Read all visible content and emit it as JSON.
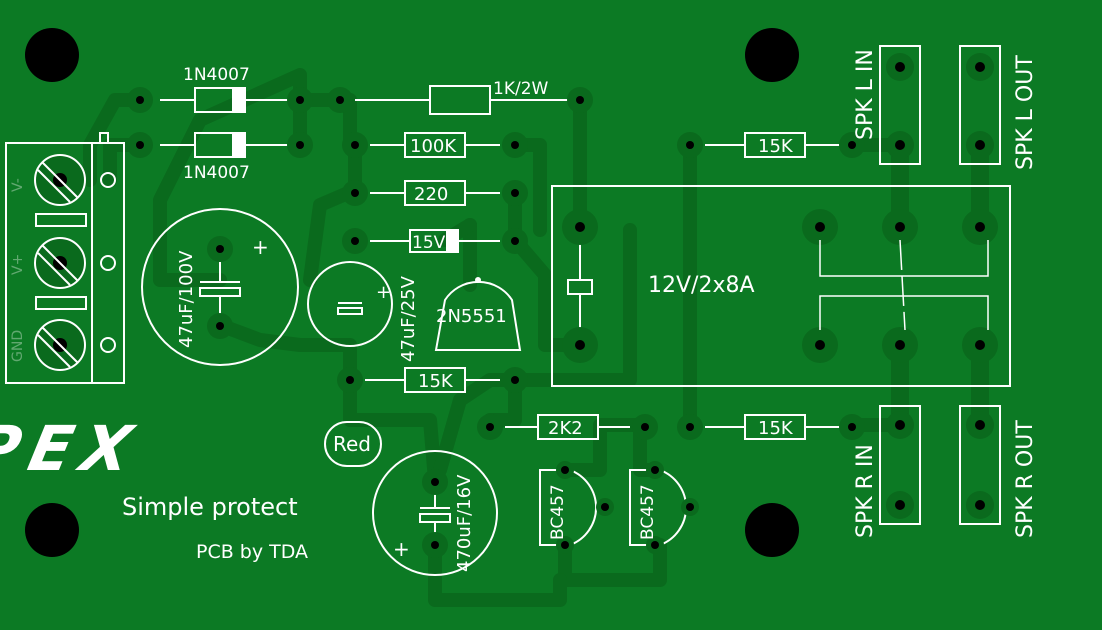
{
  "board": {
    "background_color": "#0c7a24",
    "trace_color": "#0a6a1d",
    "silkscreen_color": "#ffffff"
  },
  "branding": {
    "logo_text": "APEX",
    "badge": "Red",
    "title": "Simple protect",
    "credit": "PCB by TDA"
  },
  "connector": {
    "pin_labels": [
      "GND",
      "V+",
      "V-"
    ]
  },
  "components": {
    "diode_top": "1N4007",
    "diode_bottom": "1N4007",
    "res_1k": "1K/2W",
    "res_100k": "100K",
    "res_220": "220",
    "zener": "15V",
    "res_15k_mid": "15K",
    "res_15k_top": "15K",
    "res_15k_bottom": "15K",
    "res_2k2": "2K2",
    "cap_47u_100v": "47uF/100V",
    "cap_47u_25v": "47uF/25V",
    "cap_470u_16v": "470uF/16V",
    "transistor_2n5551": "2N5551",
    "transistor_bc457_a": "BC457",
    "transistor_bc457_b": "BC457",
    "relay": "12V/2x8A"
  },
  "terminals": {
    "spk_l_in": "SPK L IN",
    "spk_l_out": "SPK L OUT",
    "spk_r_in": "SPK R IN",
    "spk_r_out": "SPK R OUT"
  }
}
